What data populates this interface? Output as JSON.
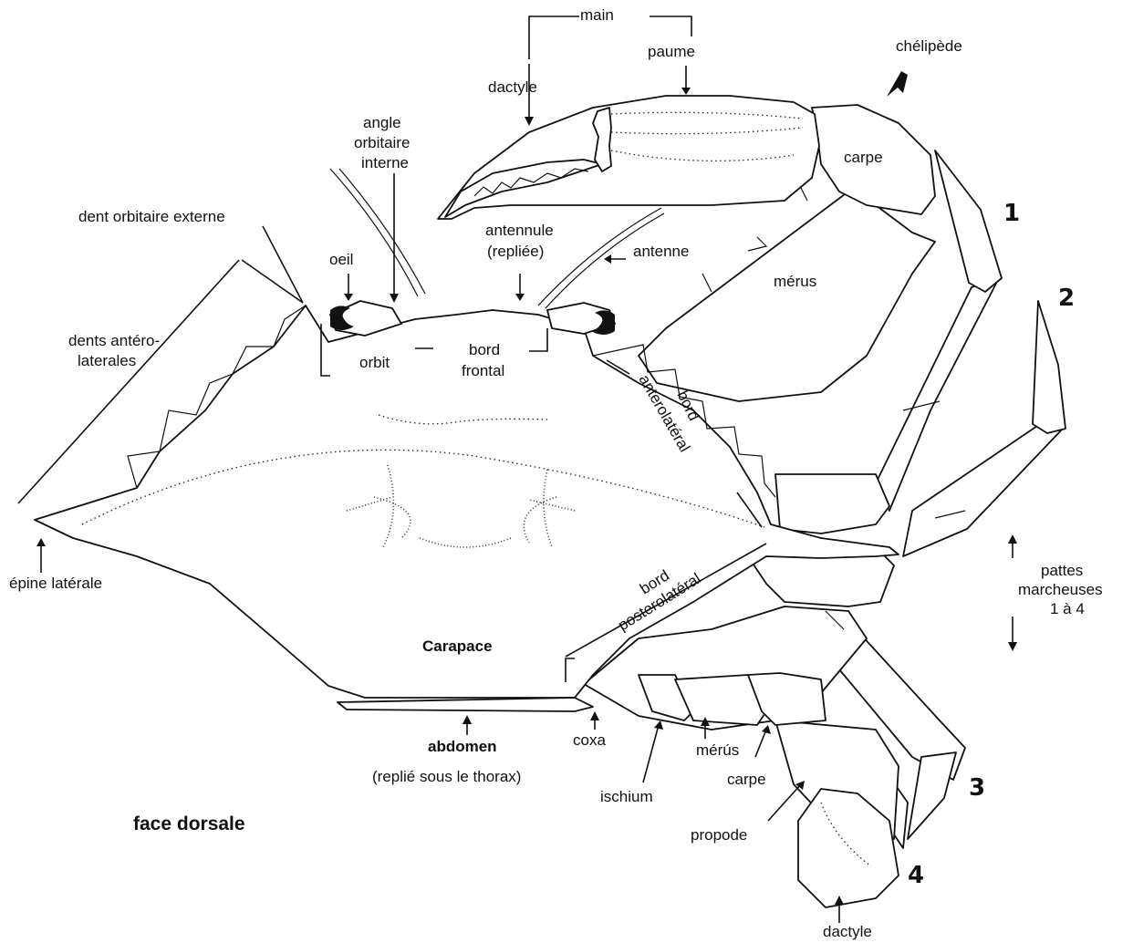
{
  "labels": {
    "main": "main",
    "paume": "paume",
    "dactyle_top": "dactyle",
    "chelipede": "chélipède",
    "angle1": "angle",
    "angle2": "orbitaire",
    "angle3": "interne",
    "carpe_top": "carpe",
    "dent_orbitaire_externe": "dent orbitaire externe",
    "antennule1": "antennule",
    "antennule2": "(repliée)",
    "antenne": "antenne",
    "oeil": "oeil",
    "merus_top": "mérus",
    "dents1": "dents antéro-",
    "dents2": "laterales",
    "orbit": "orbit",
    "bord_frontal1": "bord",
    "bord_frontal2": "frontal",
    "bord_antero1": "bord",
    "bord_antero2": "anterolatéral",
    "epine_laterale": "épine latérale",
    "pattes1": "pattes",
    "pattes2": "marcheuses",
    "pattes3": "1 à 4",
    "bord_postero1": "bord",
    "bord_postero2": "posterolatéral",
    "carapace": "Carapace",
    "abdomen": "abdomen",
    "abdomen_note": "(replié sous le thorax)",
    "coxa": "coxa",
    "merus_bottom": "mérús",
    "carpe_bottom": "carpe",
    "ischium": "ischium",
    "propode": "propode",
    "dactyle_bottom": "dactyle",
    "face_dorsale": "face dorsale",
    "n1": "1",
    "n2": "2",
    "n3": "3",
    "n4": "4"
  }
}
